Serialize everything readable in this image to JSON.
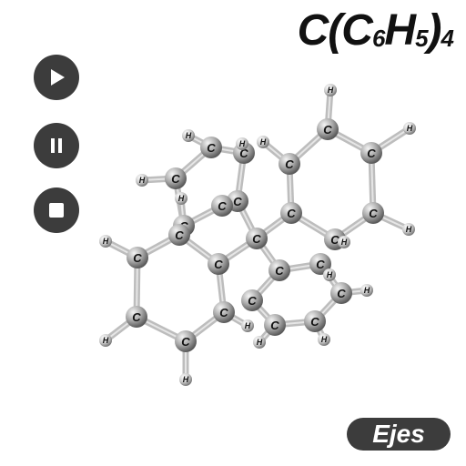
{
  "formula": {
    "prefix": "C(C",
    "sub1": "6",
    "mid": "H",
    "sub2": "5",
    "close": ")",
    "sub3": "4"
  },
  "controls": {
    "play": {
      "icon": "play-icon"
    },
    "pause": {
      "icon": "pause-icon"
    },
    "stop": {
      "icon": "stop-icon"
    }
  },
  "axes_button": {
    "label": "Ejes"
  },
  "atom_labels": {
    "carbon": "C",
    "hydrogen": "H"
  },
  "colors": {
    "button": "#3c3c3c",
    "atom": "#9a9a9a",
    "bond": "#bdbdbd"
  }
}
